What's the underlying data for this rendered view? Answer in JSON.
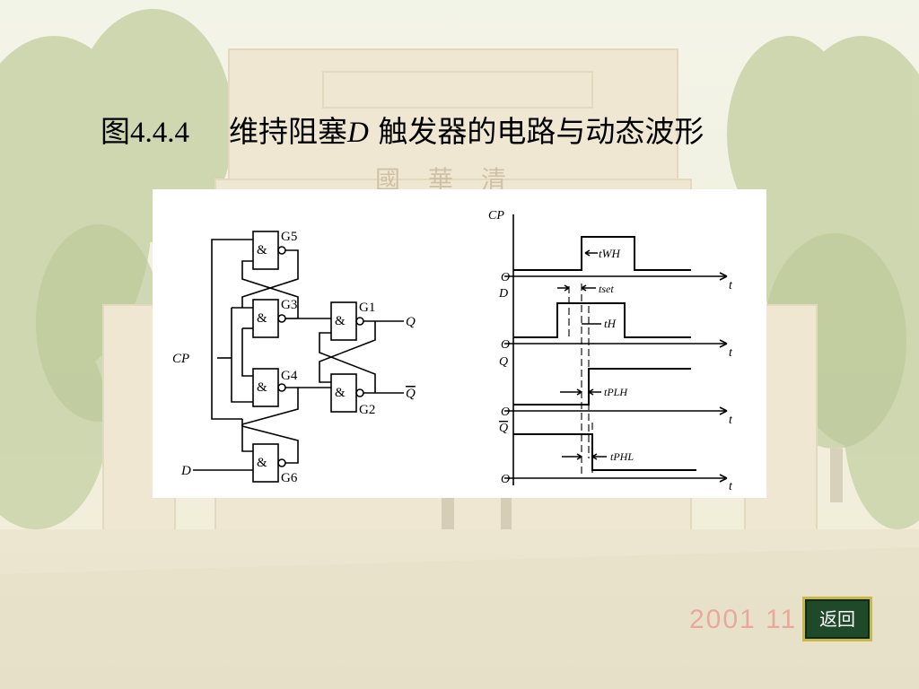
{
  "slide": {
    "title_prefix": "图",
    "title_number": "4.4.4",
    "title_mid": "维持阻塞",
    "title_var": "D",
    "title_suffix": " 触发器的电路与动态波形"
  },
  "background": {
    "gate_inscription": "國 華 清",
    "date_text": "2001 11"
  },
  "circuit": {
    "gate_symbol": "&",
    "gates": [
      "G5",
      "G3",
      "G4",
      "G6",
      "G1",
      "G2"
    ],
    "inputs": {
      "cp": "CP",
      "d": "D"
    },
    "outputs": {
      "q": "Q",
      "q_bar": "Q"
    }
  },
  "waveforms": {
    "signals": [
      "CP",
      "D",
      "Q",
      "Q"
    ],
    "origin_label": "O",
    "time_label": "t",
    "timing": [
      "tWH",
      "tset",
      "tH",
      "tPLH",
      "tPHL"
    ]
  },
  "nav": {
    "back_label": "返回"
  },
  "colors": {
    "button_bg": "#1f4a2a",
    "button_border": "#c8b84a",
    "date_color": "#e8968c"
  }
}
